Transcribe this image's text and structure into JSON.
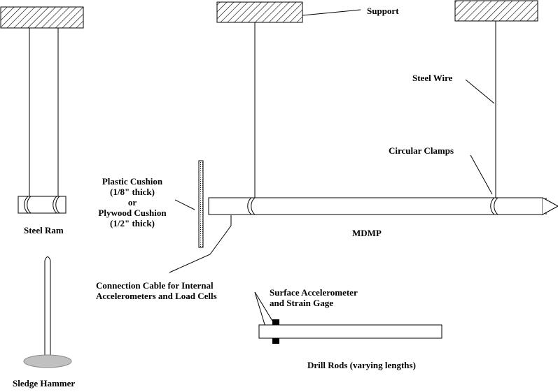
{
  "labels": {
    "support": "Support",
    "steel_wire": "Steel Wire",
    "circular_clamps": "Circular Clamps",
    "plastic_cushion": "Plastic Cushion",
    "plastic_thickness": "(1/8\" thick)",
    "or": "or",
    "plywood_cushion": "Plywood Cushion",
    "plywood_thickness": "(1/2\" thick)",
    "steel_ram": "Steel Ram",
    "mdmp": "MDMP",
    "connection_cable_line1": "Connection Cable for Internal",
    "connection_cable_line2": "Accelerometers and Load Cells",
    "surface_accel_line1": "Surface Accelerometer",
    "surface_accel_line2": "and Strain Gage",
    "drill_rods": "Drill Rods (varying lengths)",
    "sledge_hammer": "Sledge Hammer"
  },
  "colors": {
    "line": "#000000",
    "hammer_head": "#c0c0c0",
    "sensor": "#000000",
    "background": "#ffffff"
  }
}
